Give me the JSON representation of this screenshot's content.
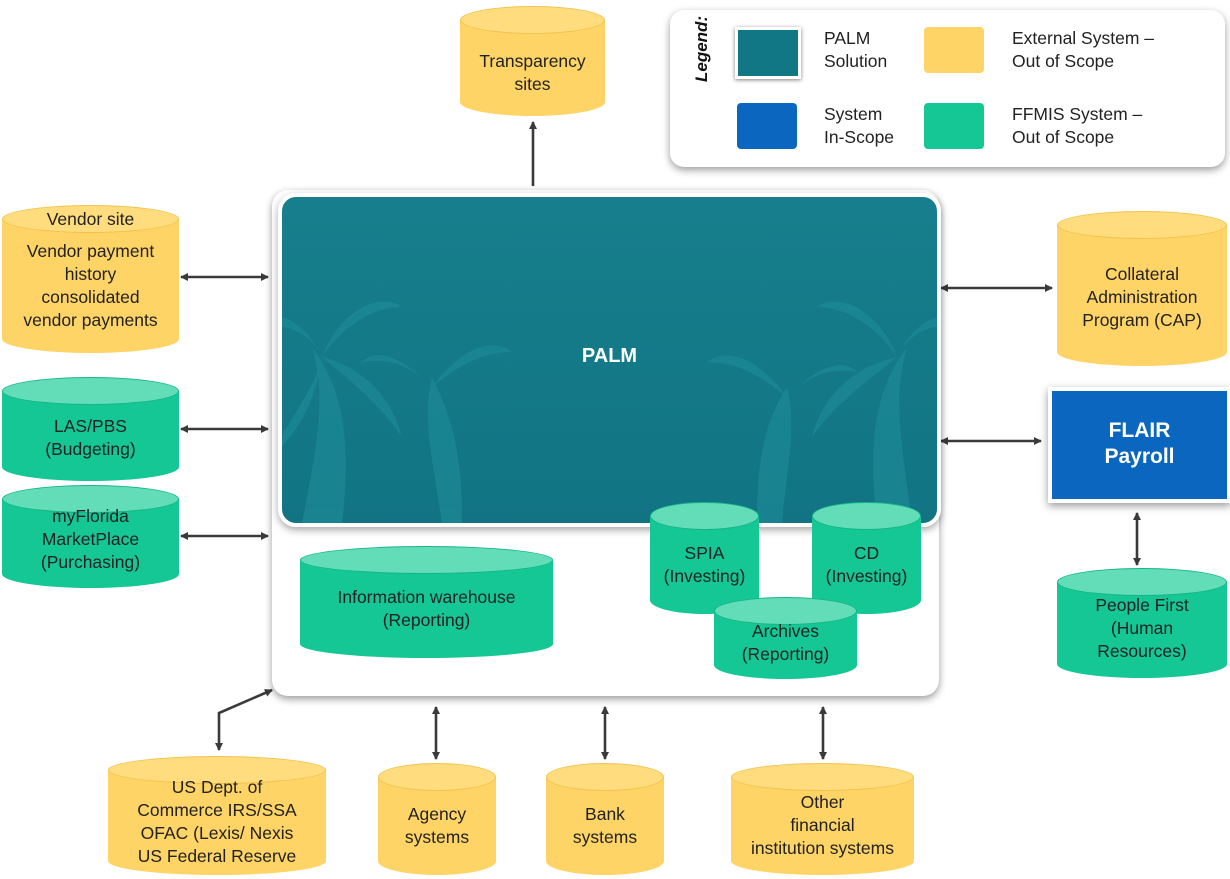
{
  "palm": {
    "title": "PALM"
  },
  "flair": {
    "label": "FLAIR\nPayroll"
  },
  "legend": {
    "title": "Legend:",
    "palm_solution": "PALM\nSolution",
    "external_out_of_scope": "External System –\nOut of Scope",
    "system_in_scope": "System\nIn-Scope",
    "ffmis_out_of_scope": "FFMIS System –\nOut of Scope"
  },
  "colors": {
    "palm_solution": "#117785",
    "system_in_scope": "#0A66BF",
    "external_system": "#FFD467",
    "ffmis_system": "#14C795"
  },
  "nodes": {
    "transparency": "Transparency\nsites",
    "vendor_title": "Vendor site",
    "vendor_body": "Vendor payment\nhistory\nconsolidated\nvendor payments",
    "las_pbs": "LAS/PBS\n(Budgeting)",
    "myflorida": "myFlorida\nMarketPlace\n(Purchasing)",
    "collateral": "Collateral\nAdministration\nProgram (CAP)",
    "people_first": "People First\n(Human\nResources)",
    "info_warehouse": "Information warehouse\n(Reporting)",
    "spia": "SPIA\n(Investing)",
    "cd": "CD\n(Investing)",
    "archives": "Archives\n(Reporting)",
    "us_dept": "US Dept. of\nCommerce IRS/SSA\nOFAC (Lexis/ Nexis\nUS Federal Reserve",
    "agency": "Agency\nsystems",
    "bank": "Bank\nsystems",
    "other_financial": "Other\nfinancial\ninstitution systems"
  }
}
